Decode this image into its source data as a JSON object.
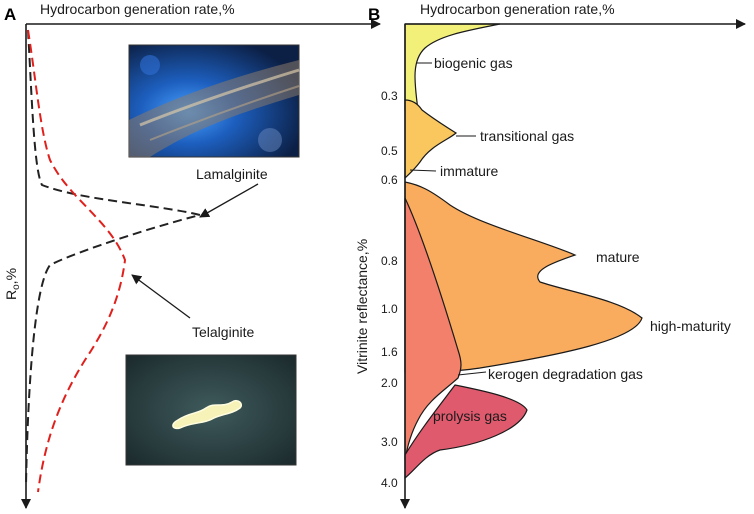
{
  "panel_a": {
    "letter": "A",
    "x_axis_title": "Hydrocarbon generation rate,%",
    "y_axis_title": "R",
    "y_axis_sub": "o",
    "y_axis_unit": ",%",
    "labels": {
      "lamalginite": "Lamalginite",
      "telalginite": "Telalginite"
    },
    "colors": {
      "lamalginite": "#222222",
      "telalginite": "#e0201c"
    }
  },
  "panel_b": {
    "letter": "B",
    "x_axis_title": "Hydrocarbon generation rate,%",
    "y_axis_title": "Vitrinite reflectance,%",
    "ticks": [
      "0.3",
      "0.5",
      "0.6",
      "0.8",
      "1.0",
      "1.6",
      "2.0",
      "3.0",
      "4.0"
    ],
    "zones": {
      "biogenic": "biogenic gas",
      "transitional": "transitional gas",
      "immature": "immature",
      "mature": "mature",
      "high_maturity": "high-maturity",
      "kerogen": "kerogen degradation gas",
      "prolysis": "prolysis gas"
    },
    "colors": {
      "gas_zone": "#f3f07a",
      "transitional_fill": "#f9c75e",
      "oil_zone": "#f9ab5e",
      "kerogen_fill": "#f2806a",
      "prolysis_fill": "#e05a6e"
    }
  }
}
